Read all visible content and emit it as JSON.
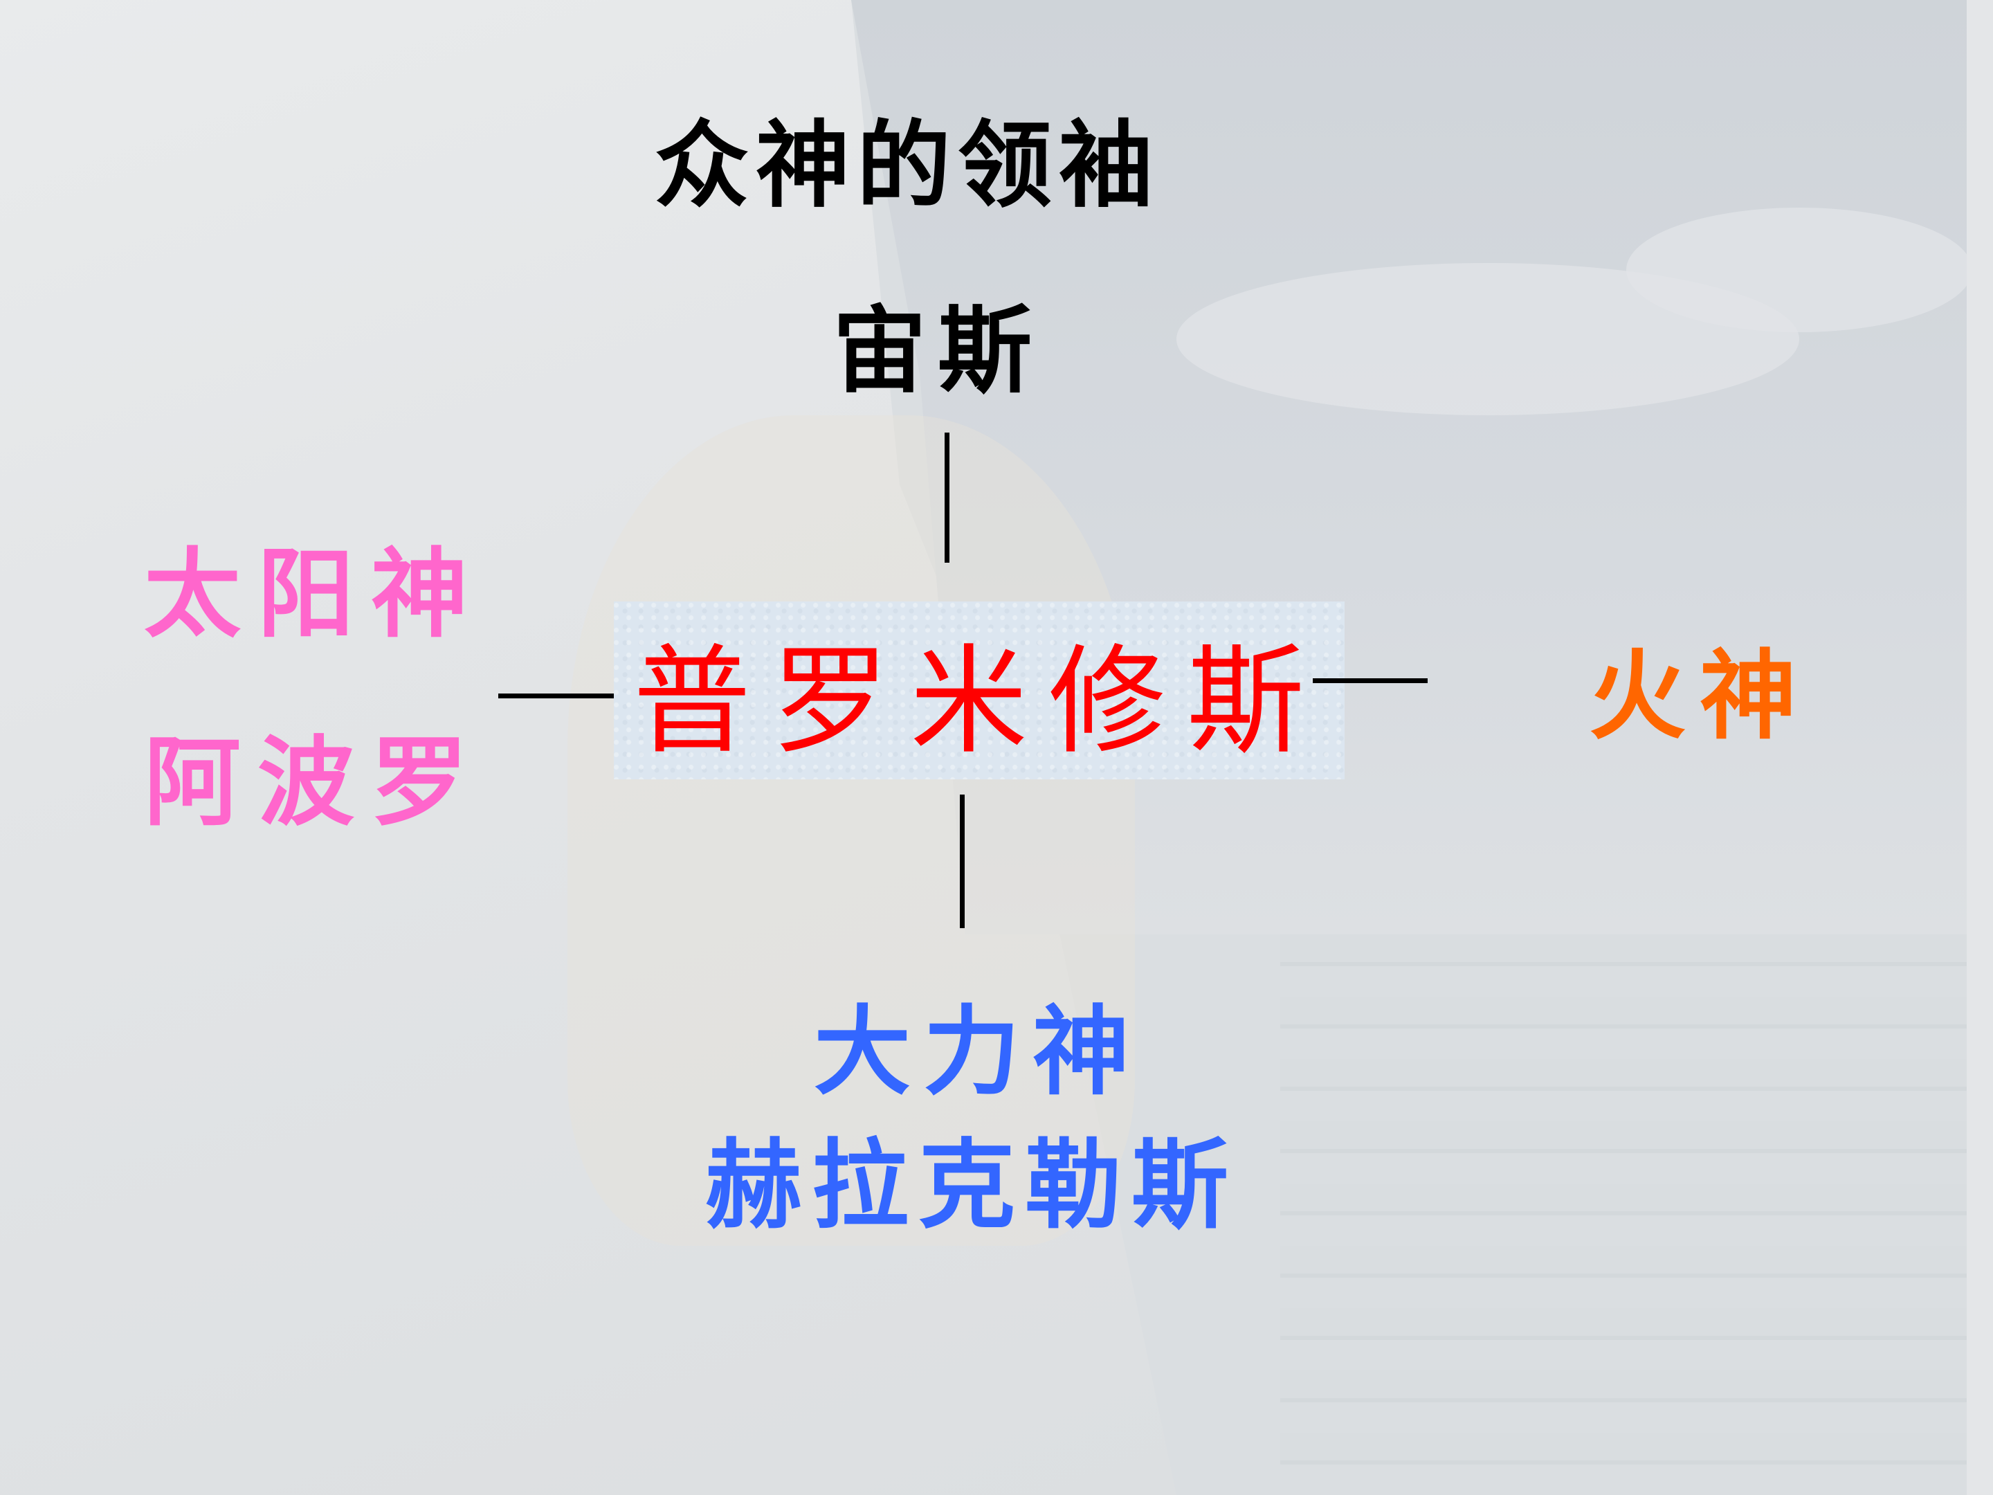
{
  "slide": {
    "title": "众神的领袖",
    "leader": {
      "name": "宙斯",
      "color": "#000000"
    },
    "center": {
      "name": "普罗米修斯",
      "color": "#ff0000",
      "box_color": "#dce6f0"
    },
    "left": {
      "title": "太阳神",
      "name": "阿波罗",
      "color": "#ff66cc"
    },
    "right": {
      "title": "火神",
      "color": "#ff6600"
    },
    "bottom": {
      "title": "大力神",
      "name": "赫拉克勒斯",
      "color": "#3366ff"
    },
    "connector_color": "#000000",
    "background_color": "#dadee1"
  }
}
